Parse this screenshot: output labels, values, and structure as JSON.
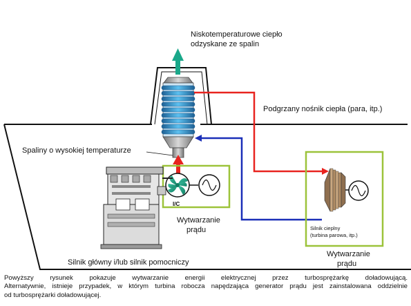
{
  "labels": {
    "low_heat_line1": "Niskotemperaturowe ciepło",
    "low_heat_line2": "odzyskane ze spalin",
    "heated_medium": "Podgrzany nośnik ciepła (para, itp.)",
    "hot_exhaust": "Spaliny o wysokiej temperaturze",
    "power_gen_left_line1": "Wytwarzanie",
    "power_gen_left_line2": "prądu",
    "ic_label": "I/C",
    "heat_engine_line1": "Silnik cieplny",
    "heat_engine_line2": "(turbina parowa, itp.)",
    "power_gen_right_line1": "Wytwarzanie",
    "power_gen_right_line2": "prądu",
    "main_engine": "Silnik główny i/lub silnik pomocniczy"
  },
  "caption": {
    "line1": "Powyższy rysunek pokazuje wytwarzanie energii elektrycznej przez turbosprężarkę doładowującą.",
    "line2": "Alternatywnie, istnieje przypadek, w którym turbina robocza napędzająca generator prądu jest zainstalowana oddzielnie",
    "line3": "od turbosprężarki doładowującej."
  },
  "colors": {
    "hot_pipe": "#e8231f",
    "return_pipe": "#1a2fb8",
    "exhaust_arrow": "#1aa88a",
    "box_border": "#9cc33a",
    "coil": "#3d9fd8",
    "coil_dark": "#1d5f92"
  }
}
